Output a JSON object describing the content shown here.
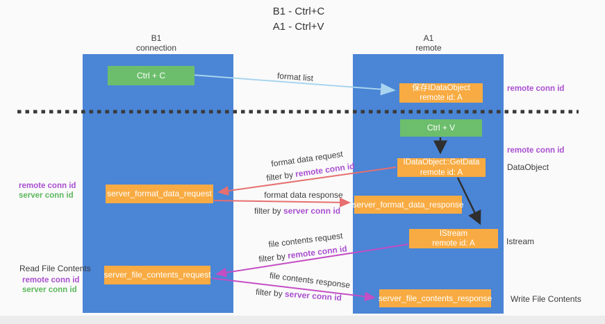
{
  "title": {
    "line1": "B1 - Ctrl+C",
    "line2": "A1 - Ctrl+V"
  },
  "lanes": {
    "left": {
      "title": "B1",
      "subtitle": "connection"
    },
    "right": {
      "title": "A1",
      "subtitle": "remote"
    }
  },
  "nodes": {
    "ctrl_c": {
      "label": "Ctrl + C"
    },
    "ctrl_v": {
      "label": "Ctrl + V"
    },
    "save_idataobject": {
      "line1": "保存IDataObject",
      "line2": "remote id: A"
    },
    "getdata": {
      "line1": "IDataObject::GetData",
      "line2": "remote id: A"
    },
    "istream": {
      "line1": "IStream",
      "line2": "remote id: A"
    },
    "server_format_data_request": {
      "label": "server_format_data_request"
    },
    "server_format_data_response": {
      "label": "server_format_data_response"
    },
    "server_file_contents_request": {
      "label": "server_file_contents_request"
    },
    "server_file_contents_response": {
      "label": "server_file_contents_response"
    }
  },
  "edges": {
    "format_list": {
      "label": "format list"
    },
    "format_data_request": {
      "label": "format data request",
      "filter_prefix": "filter by ",
      "filter_key": "remote conn id"
    },
    "format_data_response": {
      "label": "format data response",
      "filter_prefix": "filter by ",
      "filter_key": "server conn id"
    },
    "file_contents_request": {
      "label": "file contents request",
      "filter_prefix": "filter by ",
      "filter_key": "remote conn id"
    },
    "file_contents_response": {
      "label": "file contents response",
      "filter_prefix": "filter by ",
      "filter_key": "server conn id"
    }
  },
  "annotations": {
    "right_remote_conn_id_top": "remote conn id",
    "right_remote_conn_id_mid": "remote conn id",
    "dataobject": "DataObject",
    "istream": "Istream",
    "write_file_contents": "Write File Contents",
    "left_remote_conn_id_top": "remote conn id",
    "left_server_conn_id_top": "server conn id",
    "read_file_contents": "Read File Contents",
    "left_remote_conn_id_bottom": "remote conn id",
    "left_server_conn_id_bottom": "server conn id"
  },
  "colors": {
    "lane_blue": "#4a85d6",
    "node_green": "#6cbe6c",
    "node_orange": "#f8ab42",
    "arrow_light_blue": "#a9d4ef",
    "arrow_red": "#e76f6f",
    "arrow_magenta": "#c44ec4",
    "arrow_black": "#2f2f2f",
    "dashed_divider": "#3a3a3a",
    "text_purple": "#a94fd0",
    "text_green": "#5cb85c"
  }
}
